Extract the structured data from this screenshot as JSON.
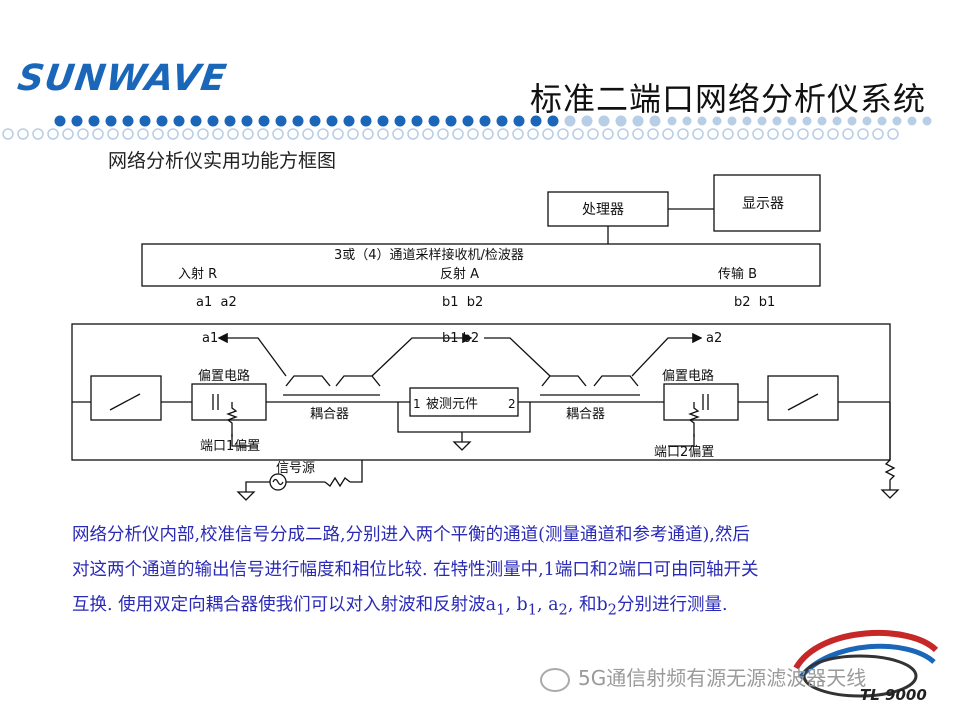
{
  "header": {
    "logo": "SUNWAVE",
    "title": "标准二端口网络分析仪系统",
    "brand_color": "#1a66b8"
  },
  "subtitle": "网络分析仪实用功能方框图",
  "diagram": {
    "processor": "处理器",
    "display": "显示器",
    "receiver": "3或（4）通道采样接收机/检波器",
    "incident": "入射 R",
    "reflected": "反射 A",
    "transmitted": "传输 B",
    "rcv_a1a2": "a1  a2",
    "rcv_b1b2": "b1  b2",
    "rcv_b2b1": "b2  b1",
    "arrow_a1": "a1",
    "arrow_b1b2": "b1 b2",
    "arrow_a2": "a2",
    "bias_left": "偏置电路",
    "bias_right": "偏置电路",
    "coupler_left": "耦合器",
    "coupler_right": "耦合器",
    "dut": "被测元件",
    "dut_port1": "1",
    "dut_port2": "2",
    "port1_bias": "端口1偏置",
    "port2_bias": "端口2偏置",
    "source": "信号源"
  },
  "description": {
    "line1": "网络分析仪内部,校准信号分成二路,分别进入两个平衡的通道(测量通道和参考通道),然后",
    "line2": "对这两个通道的输出信号进行幅度和相位比较. 在特性测量中,1端口和2端口可由同轴开关",
    "line3_pre": "互换. 使用双定向耦合器使我们可以对入射波和反射波",
    "a1_base": "a",
    "a1_sub": "1",
    "b1_base": "b",
    "b1_sub": "1",
    "a2_base": "a",
    "a2_sub": "2",
    "b2_base": "b",
    "b2_sub": "2",
    "line3_post": "分别进行测量."
  },
  "watermark": "5G通信射频有源无源滤波器天线",
  "badge": "TL 9000",
  "colors": {
    "dot_filled": "#1a66b8",
    "dot_light": "#b8cde6",
    "desc_text": "#2a2ab6"
  }
}
